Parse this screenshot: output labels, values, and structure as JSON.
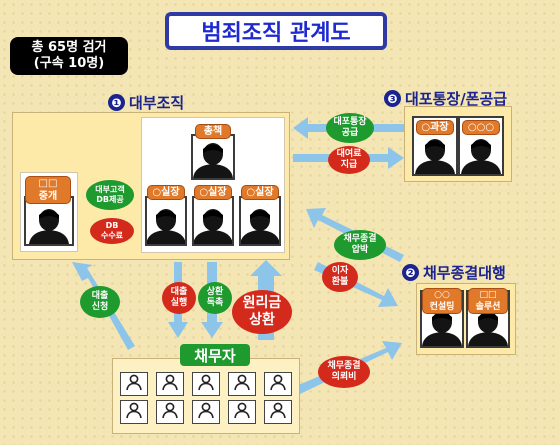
{
  "title": "범죄조직 관계도",
  "arrest": {
    "line1": "총 65명 검거",
    "line2": "(구속 10명)"
  },
  "groups": {
    "loan_org": {
      "number": "❶",
      "label": "대부조직"
    },
    "account_supply": {
      "number": "❸",
      "label": "대포통장/폰공급"
    },
    "debt_collection": {
      "number": "❷",
      "label": "채무종결대행"
    }
  },
  "persons": {
    "boss": "총책",
    "managers": [
      "○실장",
      "○실장",
      "○실장"
    ],
    "broker": "□□\n중개",
    "supply": [
      "○과장",
      "○○○"
    ],
    "collection": [
      "○○\n컨설팅",
      "□□\n솔루션"
    ]
  },
  "debtor_label": "채무자",
  "relations": {
    "db_provide": "대부고객\nDB제공",
    "db_fee": "DB\n수수료",
    "account_supply": "대포통장\n공급",
    "loan_fee": "대여료\n지급",
    "debt_pressure": "채무종결\n압박",
    "interest_refund": "이자\n환불",
    "loan_apply": "대출\n신청",
    "loan_execute": "대출\n실행",
    "repay_demand": "상환\n독촉",
    "principal_repay": "원리금\n상환",
    "debt_fee": "채무종결\n의뢰비"
  },
  "colors": {
    "accent_blue": "#2f3aa6",
    "arrow": "#8cc4ea",
    "tag_orange": "#e07a2a",
    "oval_green": "#1e9a2e",
    "oval_red": "#d42a1c",
    "panel": "#fde9a8"
  },
  "icons": {
    "person": "person-silhouette-icon",
    "debtor": "user-outline-icon"
  },
  "debtor_count": 10
}
